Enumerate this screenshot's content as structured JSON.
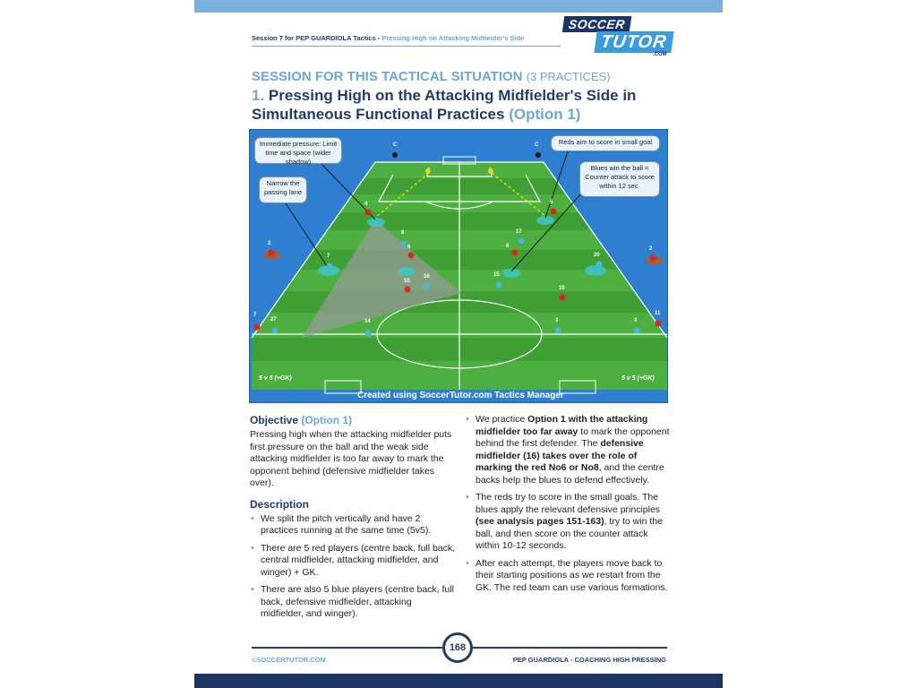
{
  "running_head": {
    "part1": "Session 7 for PEP GUARDIOLA Tactics - ",
    "part2": "Pressing High on Attacking Midfielder's Side"
  },
  "logo": {
    "top": "SOCCER",
    "bottom": "TUTOR",
    "dotcom": ".COM"
  },
  "section_title": {
    "main": "SESSION FOR THIS TACTICAL SITUATION",
    "sub": "(3 PRACTICES)"
  },
  "heading": {
    "number": "1.",
    "text": "Pressing High on the Attacking Midfielder's Side in Simultaneous Functional Practices",
    "option": "(Option 1)"
  },
  "diagram": {
    "callouts": [
      "Immediate pressure: Limit time and space (wider shadow)",
      "Narrow the passing lane",
      "Reds aim to score in small goal",
      "Blues win the ball = Counter attack to score within 12 sec."
    ],
    "label_left": "5 v 5 (+GK)",
    "label_right": "5 v 5 (+GK)",
    "credit": "Created using SoccerTutor.com Tactics Manager",
    "goalkeeper_label": "C",
    "red_numbers": [
      "4",
      "5",
      "2",
      "2",
      "8",
      "6",
      "10",
      "10",
      "7",
      "11"
    ],
    "blue_numbers": [
      "7",
      "8",
      "17",
      "16",
      "15",
      "20",
      "27",
      "14",
      "3",
      "3"
    ],
    "colors": {
      "pitch_dark": "#2e8f2a",
      "pitch_light": "#49ad3c",
      "sky": "#2f7fd0",
      "red": "#d6281f",
      "blue": "#49b6e0"
    }
  },
  "objective": {
    "heading": "Objective",
    "heading_option": "(Option 1)",
    "text": "Pressing high when the attacking midfielder puts first pressure on the ball and the weak side attacking midfielder is too far away to mark the opponent behind (defensive midfielder takes over)."
  },
  "description": {
    "heading": "Description",
    "items": [
      "We split the pitch vertically and have 2 practices running at the same time (5v5).",
      "There are 5 red players (centre back, full back, central midfielder, attacking midfielder, and winger) + GK.",
      "There are also 5 blue players (centre back, full back, defensive midfielder, attacking midfielder, and winger)."
    ]
  },
  "right_list": {
    "item1": {
      "a": "We practice ",
      "b": "Option 1 with the attacking midfielder too far away",
      "c": " to mark the opponent behind the first defender. The ",
      "d": "defensive midfielder (16) takes over the role of marking the red No6 or No8",
      "e": ", and the centre backs help the blues to defend effectively."
    },
    "item2": {
      "a": "The reds try to score in the small goals. The blues apply the relevant defensive principles ",
      "b": "(see analysis pages 151-163)",
      "c": ", try to win the ball, and then score on the counter attack within 10-12 seconds."
    },
    "item3": "After each attempt, the players move back to their starting positions as we restart from the GK. The red team can use various formations."
  },
  "footer": {
    "left": "©SOCCERTUTOR.COM",
    "page": "168",
    "right": "PEP GUARDIOLA - COACHING HIGH PRESSING"
  }
}
